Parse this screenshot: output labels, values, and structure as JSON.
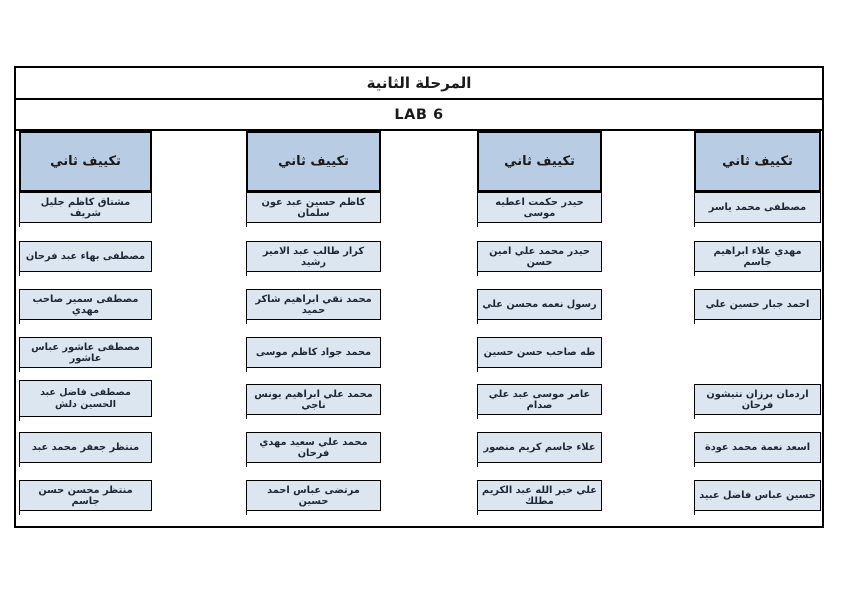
{
  "header": {
    "title": "المرحلة الثانية",
    "lab": "LAB 6"
  },
  "columns": [
    {
      "header": "تكييف ثاني",
      "names": [
        "مصطفى محمد ياسر",
        "مهدي علاء ابراهيم جاسم",
        "احمد جبار حسين علي",
        "اردمان برزان نتيشون فرحان",
        "اسعد نعمة محمد عودة",
        "حسين عباس فاضل عبيد"
      ]
    },
    {
      "header": "تكييف ثاني",
      "names": [
        "حيدر حكمت اعطيه موسى",
        "حيدر محمد علي امين حسن",
        "رسول نعمه محسن علي",
        "طه صاحب حسن حسين",
        "عامر موسى عبد علي صدام",
        "علاء جاسم كريم منصور",
        "علي خير الله عبد الكريم مطلك"
      ]
    },
    {
      "header": "تكييف ثاني",
      "names": [
        "كاظم حسين عبد عون سلمان",
        "كرار طالب عبد الامير رشيد",
        "محمد تقي ابراهيم شاكر حميد",
        "محمد جواد كاظم موسى",
        "محمد علي ابراهيم يونس ناجي",
        "محمد علي سعيد مهدي فرحان",
        "مرتضى عباس احمد حسين"
      ]
    },
    {
      "header": "تكييف ثاني",
      "names": [
        "مشتاق كاظم جليل شريف",
        "مصطفى بهاء عبد فرحان",
        "مصطفى سمير صاحب مهدي",
        "مصطفى عاشور عباس عاشور",
        "مصطفى فاضل عبد الحسين دلش",
        "منتظر جعفر محمد عبد",
        "منتظر محسن حسن جاسم"
      ]
    }
  ],
  "colors": {
    "header_fill": "#b8cce4",
    "name_fill": "#dce6f1",
    "border": "#000000",
    "text": "#1c2733"
  }
}
